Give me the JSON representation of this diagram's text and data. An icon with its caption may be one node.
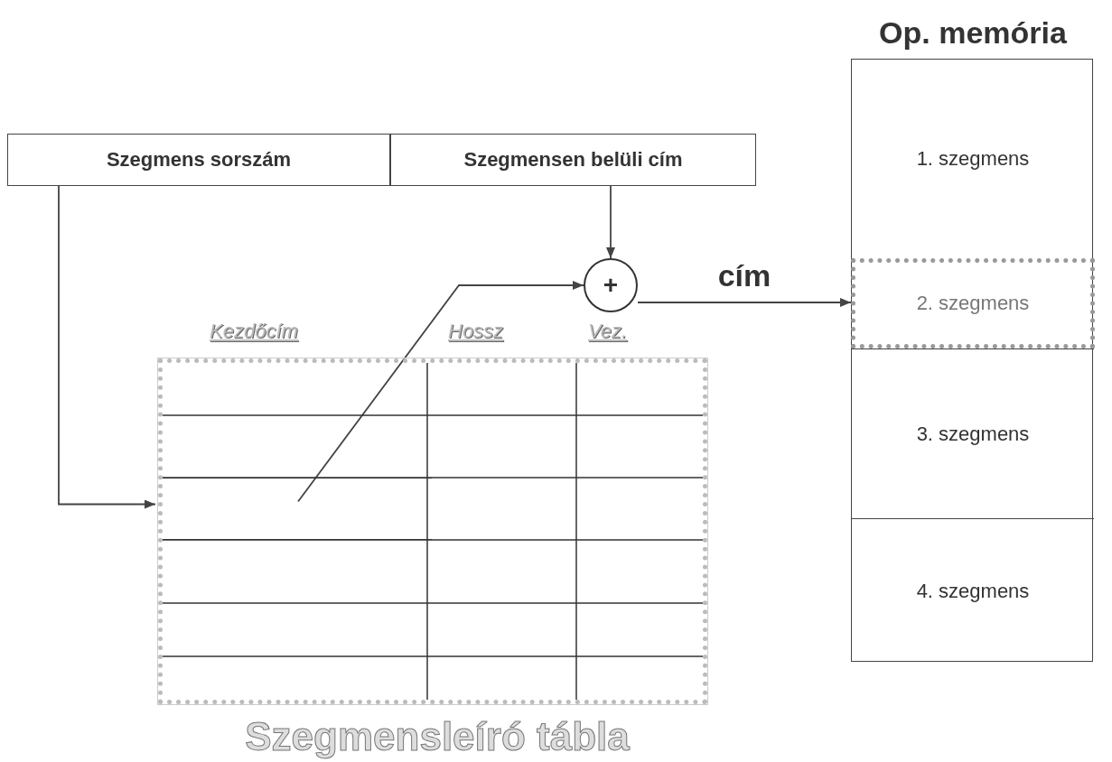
{
  "diagram": {
    "nodes": [
      {
        "text": [
          "Szegmens sorszám"
        ]
      },
      {
        "text": [
          "Szegmensen belüli cím"
        ]
      },
      {
        "text": [
          "Szegmensleíró tábla"
        ]
      },
      {
        "text": [],
        "shape": "box",
        "in": 2
      },
      {
        "text": [
          "+"
        ]
      },
      {
        "text": [
          "Op. memória"
        ]
      },
      {
        "text": [
          "1. szegmens"
        ],
        "in": 5
      },
      {
        "text": [
          "2. szegmens"
        ],
        "in": 5
      },
      {
        "text": [
          "3. szegmens"
        ],
        "in": 5
      },
      {
        "text": [
          "4. szegmens"
        ],
        "in": 5
      }
    ],
    "edges": [
      {
        "from": 0,
        "to": 3,
        "arrow": "to"
      },
      {
        "from": 1,
        "to": 4,
        "arrow": "to"
      },
      {
        "from": 3,
        "to": 4,
        "arrow": "to"
      },
      {
        "from": 4,
        "to": 7,
        "arrow": "to",
        "label": "cím"
      }
    ],
    "labels": [
      "Kezdőcím",
      "Hossz",
      "Vez."
    ]
  }
}
